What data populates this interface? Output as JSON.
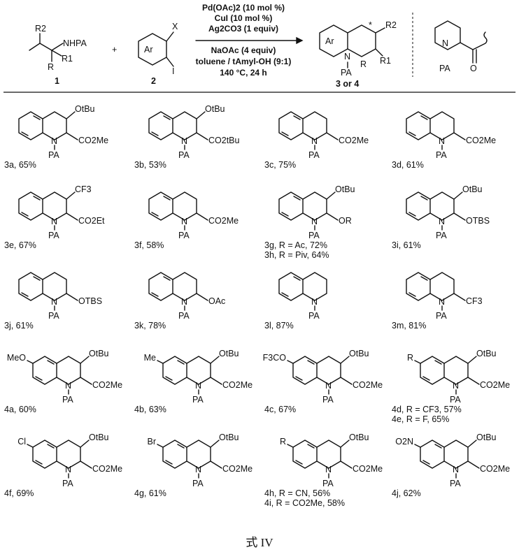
{
  "scheme": {
    "sm1": {
      "label": "1",
      "R2": "R2",
      "NHPA": "NHPA",
      "R": "R",
      "R1": "R1"
    },
    "plus": "+",
    "sm2": {
      "label": "2",
      "Ar": "Ar",
      "X": "X",
      "I": "I"
    },
    "conditions_above": [
      "Pd(OAc)2 (10 mol %)",
      "CuI (10 mol %)",
      "Ag2CO3 (1 equiv)"
    ],
    "conditions_below": [
      "NaOAc (4 equiv)",
      "toluene / tAmyl-OH (9:1)",
      "140 °C, 24 h"
    ],
    "product": {
      "label": "3  or 4",
      "Ar": "Ar",
      "R2": "R2",
      "R1": "R1",
      "R": "R",
      "PA": "PA",
      "star": "*"
    },
    "pa_group": {
      "label": "PA"
    }
  },
  "compounds": [
    {
      "id": "3a",
      "caption": "3a, 65%",
      "sub3": "OtBu",
      "sub2": "CO2Me",
      "ring": ""
    },
    {
      "id": "3b",
      "caption": "3b, 53%",
      "sub3": "OtBu",
      "sub2": "CO2tBu",
      "ring": ""
    },
    {
      "id": "3c",
      "caption": "3c, 75%",
      "sub3": "",
      "sub2": "CO2Me",
      "ring": ""
    },
    {
      "id": "3d",
      "caption": "3d, 61%",
      "sub3": "",
      "sub2": "CO2Me",
      "ring": ""
    },
    {
      "id": "3e",
      "caption": "3e, 67%",
      "sub3": "CF3",
      "sub2": "CO2Et",
      "ring": ""
    },
    {
      "id": "3f",
      "caption": "3f, 58%",
      "sub3": "",
      "sub2": "CO2Me",
      "ring": ""
    },
    {
      "id": "3g",
      "caption": "3g, R = Ac, 72%",
      "caption2": "3h, R = Piv, 64%",
      "sub3": "OtBu",
      "sub2": "OR",
      "ring": ""
    },
    {
      "id": "3i",
      "caption": "3i,  61%",
      "sub3": "OtBu",
      "sub2": "OTBS",
      "ring": ""
    },
    {
      "id": "3j",
      "caption": "3j, 61%",
      "sub3": "",
      "sub2": "OTBS",
      "ring": ""
    },
    {
      "id": "3k",
      "caption": "3k, 78%",
      "sub3": "",
      "sub2": "OAc",
      "ring": ""
    },
    {
      "id": "3l",
      "caption": "3l, 87%",
      "sub3": "",
      "sub2": "",
      "ring": ""
    },
    {
      "id": "3m",
      "caption": "3m, 81%",
      "sub3": "",
      "sub2": "CF3",
      "ring": ""
    },
    {
      "id": "4a",
      "caption": "4a, 60%",
      "sub3": "OtBu",
      "sub2": "CO2Me",
      "ring": "MeO"
    },
    {
      "id": "4b",
      "caption": "4b, 63%",
      "sub3": "OtBu",
      "sub2": "CO2Me",
      "ring": "Me"
    },
    {
      "id": "4c",
      "caption": "4c, 67%",
      "sub3": "OtBu",
      "sub2": "CO2Me",
      "ring": "F3CO"
    },
    {
      "id": "4d",
      "caption": "4d, R = CF3, 57%",
      "caption2": "4e, R = F, 65%",
      "sub3": "OtBu",
      "sub2": "CO2Me",
      "ring": "R"
    },
    {
      "id": "4f",
      "caption": "4f, 69%",
      "sub3": "OtBu",
      "sub2": "CO2Me",
      "ring": "Cl"
    },
    {
      "id": "4g",
      "caption": "4g, 61%",
      "sub3": "OtBu",
      "sub2": "CO2Me",
      "ring": "Br"
    },
    {
      "id": "4h",
      "caption": "4h, R = CN, 56%",
      "caption2": "4i, R = CO2Me, 58%",
      "sub3": "OtBu",
      "sub2": "CO2Me",
      "ring": "R"
    },
    {
      "id": "4j",
      "caption": "4j, 62%",
      "sub3": "OtBu",
      "sub2": "CO2Me",
      "ring": "O2N"
    }
  ],
  "common": {
    "N": "N",
    "PA": "PA"
  },
  "footer": "式 IV"
}
